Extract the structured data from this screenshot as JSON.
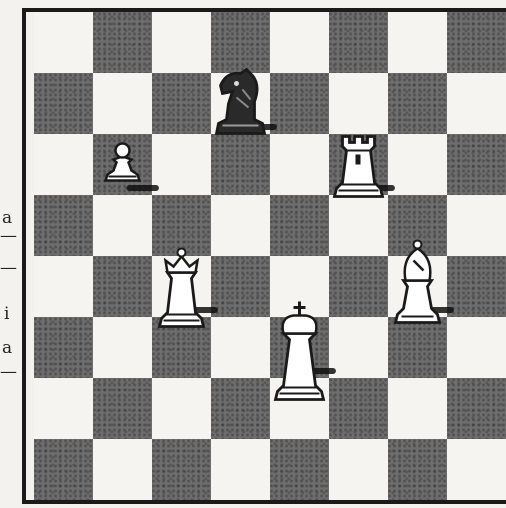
{
  "board": {
    "files": 8,
    "ranks": 8,
    "dark_color": "#6e6e6e",
    "light_color": "#f6f4f0",
    "ink_color": "#1a1a1a"
  },
  "margin_marks": [
    "a",
    "—",
    "—",
    "i",
    "a",
    "—"
  ],
  "pieces": [
    {
      "id": "black-knight",
      "type": "knight",
      "color": "black",
      "file": 4,
      "rank": 7
    },
    {
      "id": "white-rook",
      "type": "rook",
      "color": "white",
      "file": 6,
      "rank": 6
    },
    {
      "id": "white-pawn",
      "type": "pawn",
      "color": "white",
      "file": 2,
      "rank": 6
    },
    {
      "id": "white-queen",
      "type": "queen",
      "color": "white",
      "file": 3,
      "rank": 4
    },
    {
      "id": "white-king",
      "type": "king",
      "color": "white",
      "file": 5,
      "rank": 3
    },
    {
      "id": "white-bishop",
      "type": "bishop",
      "color": "white",
      "file": 7,
      "rank": 4
    }
  ]
}
